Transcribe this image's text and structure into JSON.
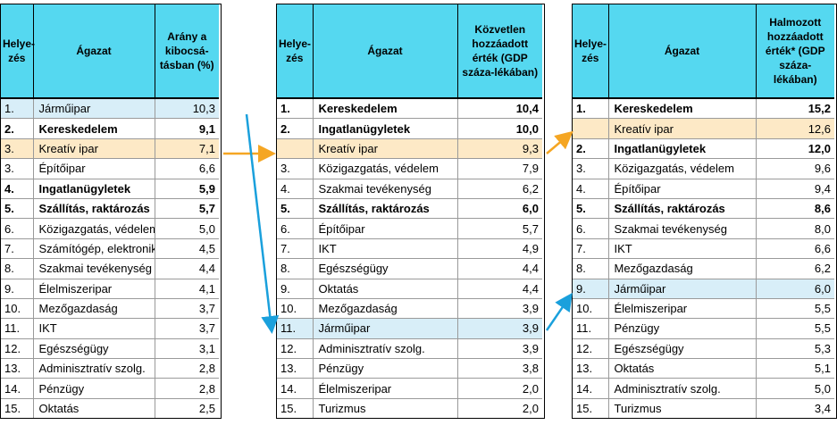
{
  "tables": [
    {
      "headers": [
        "Helye-zés",
        "Ágazat",
        "Arány a kibocsá-tásban (%)"
      ],
      "rows": [
        {
          "rank": "1.",
          "sector": "Járműipar",
          "value": "10,3",
          "bold": false,
          "highlight": "jarmu"
        },
        {
          "rank": "2.",
          "sector": "Kereskedelem",
          "value": "9,1",
          "bold": true,
          "highlight": ""
        },
        {
          "rank": "3.",
          "sector": "Kreatív ipar",
          "value": "7,1",
          "bold": false,
          "highlight": "kreativ"
        },
        {
          "rank": "3.",
          "sector": "Építőipar",
          "value": "6,6",
          "bold": false,
          "highlight": ""
        },
        {
          "rank": "4.",
          "sector": "Ingatlanügyletek",
          "value": "5,9",
          "bold": true,
          "highlight": ""
        },
        {
          "rank": "5.",
          "sector": "Szállítás, raktározás",
          "value": "5,7",
          "bold": true,
          "highlight": ""
        },
        {
          "rank": "6.",
          "sector": "Közigazgatás, védelem",
          "value": "5,0",
          "bold": false,
          "highlight": ""
        },
        {
          "rank": "7.",
          "sector": "Számítógép, elektronik",
          "value": "4,5",
          "bold": false,
          "highlight": ""
        },
        {
          "rank": "8.",
          "sector": "Szakmai tevékenység",
          "value": "4,4",
          "bold": false,
          "highlight": ""
        },
        {
          "rank": "9.",
          "sector": "Élelmiszeripar",
          "value": "4,1",
          "bold": false,
          "highlight": ""
        },
        {
          "rank": "10.",
          "sector": "Mezőgazdaság",
          "value": "3,7",
          "bold": false,
          "highlight": ""
        },
        {
          "rank": "11.",
          "sector": "IKT",
          "value": "3,7",
          "bold": false,
          "highlight": ""
        },
        {
          "rank": "12.",
          "sector": "Egészségügy",
          "value": "3,1",
          "bold": false,
          "highlight": ""
        },
        {
          "rank": "13.",
          "sector": "Adminisztratív szolg.",
          "value": "2,8",
          "bold": false,
          "highlight": ""
        },
        {
          "rank": "14.",
          "sector": "Pénzügy",
          "value": "2,8",
          "bold": false,
          "highlight": ""
        },
        {
          "rank": "15.",
          "sector": "Oktatás",
          "value": "2,5",
          "bold": false,
          "highlight": ""
        }
      ]
    },
    {
      "headers": [
        "Helye-zés",
        "Ágazat",
        "Közvetlen hozzáadott érték (GDP száza-lékában)"
      ],
      "rows": [
        {
          "rank": "1.",
          "sector": "Kereskedelem",
          "value": "10,4",
          "bold": true,
          "highlight": ""
        },
        {
          "rank": "2.",
          "sector": "Ingatlanügyletek",
          "value": "10,0",
          "bold": true,
          "highlight": ""
        },
        {
          "rank": "",
          "sector": "Kreatív ipar",
          "value": "9,3",
          "bold": false,
          "highlight": "kreativ"
        },
        {
          "rank": "3.",
          "sector": "Közigazgatás, védelem",
          "value": "7,9",
          "bold": false,
          "highlight": ""
        },
        {
          "rank": "4.",
          "sector": "Szakmai tevékenység",
          "value": "6,2",
          "bold": false,
          "highlight": ""
        },
        {
          "rank": "5.",
          "sector": "Szállítás, raktározás",
          "value": "6,0",
          "bold": true,
          "highlight": ""
        },
        {
          "rank": "6.",
          "sector": "Építőipar",
          "value": "5,7",
          "bold": false,
          "highlight": ""
        },
        {
          "rank": "7.",
          "sector": "IKT",
          "value": "4,9",
          "bold": false,
          "highlight": ""
        },
        {
          "rank": "8.",
          "sector": "Egészségügy",
          "value": "4,4",
          "bold": false,
          "highlight": ""
        },
        {
          "rank": "9.",
          "sector": "Oktatás",
          "value": "4,4",
          "bold": false,
          "highlight": ""
        },
        {
          "rank": "10.",
          "sector": "Mezőgazdaság",
          "value": "3,9",
          "bold": false,
          "highlight": ""
        },
        {
          "rank": "11.",
          "sector": "Járműipar",
          "value": "3,9",
          "bold": false,
          "highlight": "jarmu"
        },
        {
          "rank": "12.",
          "sector": "Adminisztratív szolg.",
          "value": "3,9",
          "bold": false,
          "highlight": ""
        },
        {
          "rank": "13.",
          "sector": "Pénzügy",
          "value": "3,8",
          "bold": false,
          "highlight": ""
        },
        {
          "rank": "14.",
          "sector": "Élelmiszeripar",
          "value": "2,0",
          "bold": false,
          "highlight": ""
        },
        {
          "rank": "15.",
          "sector": "Turizmus",
          "value": "2,0",
          "bold": false,
          "highlight": ""
        }
      ]
    },
    {
      "headers": [
        "Helye-zés",
        "Ágazat",
        "Halmozott hozzáadott érték* (GDP száza-lékában)"
      ],
      "rows": [
        {
          "rank": "1.",
          "sector": "Kereskedelem",
          "value": "15,2",
          "bold": true,
          "highlight": ""
        },
        {
          "rank": "",
          "sector": "Kreatív ipar",
          "value": "12,6",
          "bold": false,
          "highlight": "kreativ"
        },
        {
          "rank": "2.",
          "sector": "Ingatlanügyletek",
          "value": "12,0",
          "bold": true,
          "highlight": ""
        },
        {
          "rank": "3.",
          "sector": "Közigazgatás, védelem",
          "value": "9,6",
          "bold": false,
          "highlight": ""
        },
        {
          "rank": "4.",
          "sector": "Építőipar",
          "value": "9,4",
          "bold": false,
          "highlight": ""
        },
        {
          "rank": "5.",
          "sector": "Szállítás, raktározás",
          "value": "8,6",
          "bold": true,
          "highlight": ""
        },
        {
          "rank": "6.",
          "sector": "Szakmai tevékenység",
          "value": "8,0",
          "bold": false,
          "highlight": ""
        },
        {
          "rank": "7.",
          "sector": "IKT",
          "value": "6,6",
          "bold": false,
          "highlight": ""
        },
        {
          "rank": "8.",
          "sector": "Mezőgazdaság",
          "value": "6,2",
          "bold": false,
          "highlight": ""
        },
        {
          "rank": "9.",
          "sector": "Járműipar",
          "value": "6,0",
          "bold": false,
          "highlight": "jarmu"
        },
        {
          "rank": "10.",
          "sector": "Élelmiszeripar",
          "value": "5,5",
          "bold": false,
          "highlight": ""
        },
        {
          "rank": "11.",
          "sector": "Pénzügy",
          "value": "5,5",
          "bold": false,
          "highlight": ""
        },
        {
          "rank": "12.",
          "sector": "Egészségügy",
          "value": "5,3",
          "bold": false,
          "highlight": ""
        },
        {
          "rank": "13.",
          "sector": "Oktatás",
          "value": "5,1",
          "bold": false,
          "highlight": ""
        },
        {
          "rank": "14.",
          "sector": "Adminisztratív szolg.",
          "value": "5,0",
          "bold": false,
          "highlight": ""
        },
        {
          "rank": "15.",
          "sector": "Turizmus",
          "value": "3,4",
          "bold": false,
          "highlight": ""
        }
      ]
    }
  ],
  "colors": {
    "header_bg": "#55d8f0",
    "kreativ_bg": "#fde9c6",
    "jarmu_bg": "#d8eef8",
    "arrow_orange": "#f5a623",
    "arrow_blue": "#1aa0dc"
  },
  "icons": [
    "arrow-right-orange-icon",
    "arrow-down-blue-icon",
    "arrow-up-blue-icon"
  ]
}
